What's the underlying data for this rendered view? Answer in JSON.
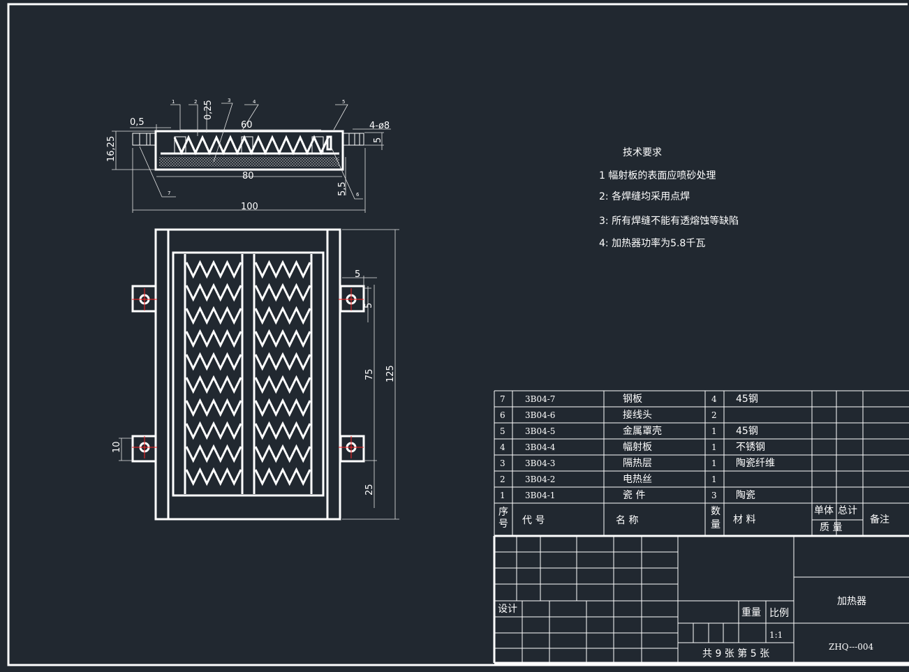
{
  "colors": {
    "background": "#212830",
    "line": "#ffffff",
    "centerline": "#ff2020"
  },
  "section_view": {
    "dims": {
      "d0_5": "0,5",
      "d0_25": "0,25",
      "d60": "60",
      "d4_phi8": "4-ø8",
      "d5": "5",
      "d16_25": "16,25",
      "d80": "80",
      "d5_5": "5,5",
      "d100": "100"
    },
    "leaders": [
      "1",
      "2",
      "3",
      "4",
      "5",
      "6",
      "7"
    ]
  },
  "plan_view": {
    "dims": {
      "d5_h": "5",
      "d5_v": "5",
      "d75": "75",
      "d125": "125",
      "d10": "10",
      "d25": "25"
    }
  },
  "tech": {
    "title": "技术要求",
    "items": [
      "1  幅射板的表面应喷砂处理",
      "2: 各焊缝均采用点焊",
      "3: 所有焊缝不能有透熔蚀等缺陷",
      "4: 加热器功率为5.8千瓦"
    ]
  },
  "bom": {
    "rows": [
      {
        "no": "7",
        "code": "3B04-7",
        "name": "钢板",
        "qty": "4",
        "material": "45钢"
      },
      {
        "no": "6",
        "code": "3B04-6",
        "name": "接线头",
        "qty": "2",
        "material": ""
      },
      {
        "no": "5",
        "code": "3B04-5",
        "name": "金属罩壳",
        "qty": "1",
        "material": "45钢"
      },
      {
        "no": "4",
        "code": "3B04-4",
        "name": "幅射板",
        "qty": "1",
        "material": "不锈钢"
      },
      {
        "no": "3",
        "code": "3B04-3",
        "name": "隔热层",
        "qty": "1",
        "material": "陶瓷纤维"
      },
      {
        "no": "2",
        "code": "3B04-2",
        "name": "电热丝",
        "qty": "1",
        "material": ""
      },
      {
        "no": "1",
        "code": "3B04-1",
        "name": "瓷  件",
        "qty": "3",
        "material": "陶瓷"
      }
    ],
    "header": {
      "no_1": "序",
      "no_2": "号",
      "code": "代  号",
      "name": "名    称",
      "qty_1": "数",
      "qty_2": "量",
      "material": "材  料",
      "unit": "单体",
      "total": "总计",
      "mass": "质  量",
      "remark": "备注"
    }
  },
  "title_block": {
    "design": "设计",
    "weight": "重量",
    "scale_label": "比例",
    "scale": "1:1",
    "sheets": "共 9 张   第 5 张",
    "part_name": "加热器",
    "drawing_no": "ZHQ---004"
  }
}
